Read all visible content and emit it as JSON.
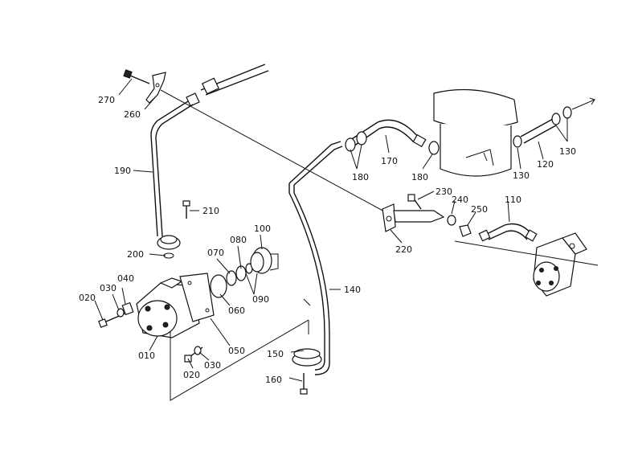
{
  "labels": {
    "p270": "270",
    "p260": "260",
    "p190": "190",
    "p210": "210",
    "p200": "200",
    "p100": "100",
    "p080": "080",
    "p070": "070",
    "p090": "090",
    "p060": "060",
    "p050": "050",
    "p040": "040",
    "p030a": "030",
    "p020a": "020",
    "p010": "010",
    "p020b": "020",
    "p030b": "030",
    "p150": "150",
    "p160": "160",
    "p140": "140",
    "p170": "170",
    "p180a": "180",
    "p180b": "180",
    "p130a": "130",
    "p120": "120",
    "p130b": "130",
    "p230": "230",
    "p240": "240",
    "p250": "250",
    "p220": "220",
    "p110": "110"
  }
}
